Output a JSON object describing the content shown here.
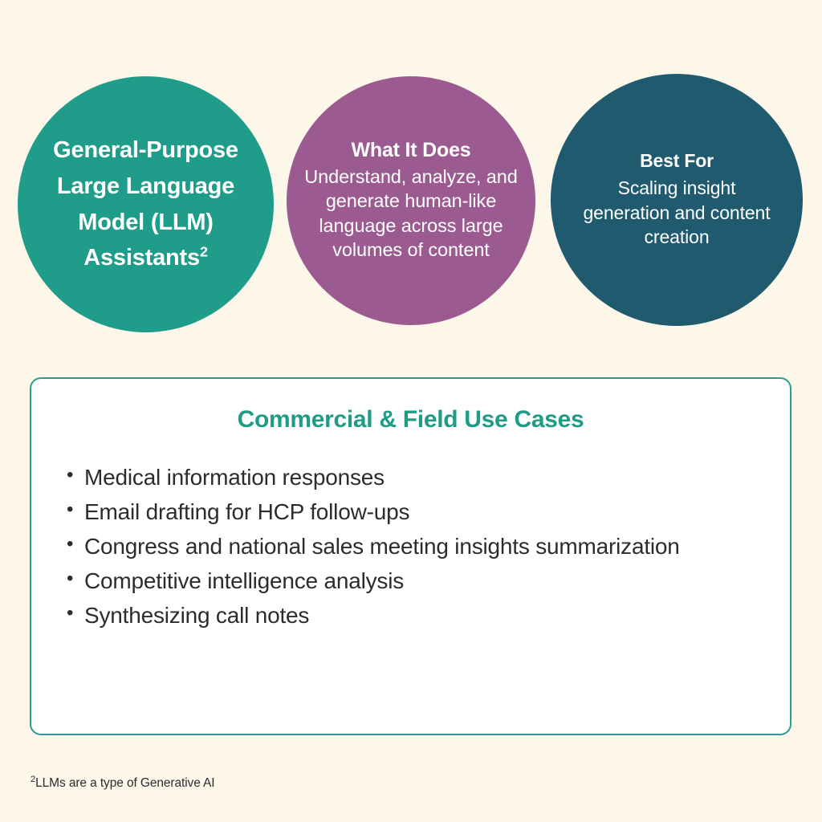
{
  "background_color": "#FCF7E9",
  "circles": [
    {
      "id": "llm-assistants",
      "color": "#1F9C8A",
      "heading": "General-Purpose Large Language Model (LLM) Assistants",
      "heading_superscript": "2",
      "body": ""
    },
    {
      "id": "what-it-does",
      "color": "#9C5B90",
      "heading": "What It Does",
      "body": "Understand, analyze, and generate human-like language across large volumes of content"
    },
    {
      "id": "best-for",
      "color": "#1F5A6E",
      "heading": "Best For",
      "body": "Scaling insight generation and content creation"
    }
  ],
  "card": {
    "title": "Commercial & Field Use Cases",
    "title_color": "#1F9C87",
    "border_color": "#2C9C8D",
    "background_color": "#FFFFFF",
    "bullets": [
      "Medical information responses",
      "Email drafting for HCP follow-ups",
      "Congress and national sales meeting insights summarization",
      "Competitive intelligence analysis",
      "Synthesizing call notes"
    ]
  },
  "footnote": {
    "marker": "2",
    "text": "LLMs are a type of Generative AI"
  }
}
